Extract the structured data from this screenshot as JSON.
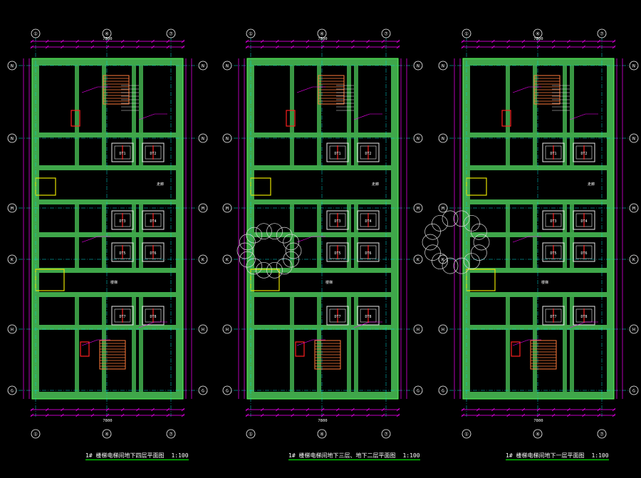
{
  "colors": {
    "background": "#000000",
    "wall": "#3fa74a",
    "wall_line": "#5aff5a",
    "axis": "#00d7d7",
    "dimension": "#ff00ff",
    "elevator": "#e8e8e8",
    "stair": "#ff7a3a",
    "yellow": "#e6e200",
    "red": "#ff2020",
    "text": "#ffffff"
  },
  "sheets": [
    {
      "id": "sheet-1",
      "title": "1# 楼梯电梯间地下四层平面图",
      "scale": "1:100",
      "top_axes": [
        "①",
        "④",
        "⑦"
      ],
      "left_axes": [
        "N",
        "N",
        "M",
        "K",
        "H",
        "G"
      ],
      "right_axes": [
        "N",
        "N",
        "M",
        "K",
        "H",
        "G"
      ],
      "top_dim_total": "7800",
      "bottom_dim_total": "7800"
    },
    {
      "id": "sheet-2",
      "title": "1# 楼梯电梯间地下三层、地下二层平面图",
      "scale": "1:100",
      "top_axes": [
        "①",
        "④",
        "⑦"
      ],
      "left_axes": [
        "N",
        "N",
        "M",
        "K",
        "H",
        "G"
      ],
      "right_axes": [
        "N",
        "N",
        "M",
        "K",
        "H",
        "G"
      ],
      "top_dim_total": "7800",
      "bottom_dim_total": "7800"
    },
    {
      "id": "sheet-3",
      "title": "1# 楼梯电梯间地下一层平面图",
      "scale": "1:100",
      "top_axes": [
        "①",
        "④",
        "⑦"
      ],
      "left_axes": [
        "N",
        "N",
        "M",
        "K",
        "H",
        "G"
      ],
      "right_axes": [
        "N",
        "N",
        "M",
        "K",
        "H",
        "G"
      ],
      "top_dim_total": "7800",
      "bottom_dim_total": "7800"
    }
  ],
  "room_labels": {
    "elevator_row1": [
      "DT1",
      "DT2"
    ],
    "elevator_row2": [
      "DT3",
      "DT4"
    ],
    "elevator_row3": [
      "DT5",
      "DT6"
    ],
    "elevator_row4": [
      "DT7",
      "DT8"
    ],
    "corridor": "走廊",
    "stair": "楼梯"
  }
}
